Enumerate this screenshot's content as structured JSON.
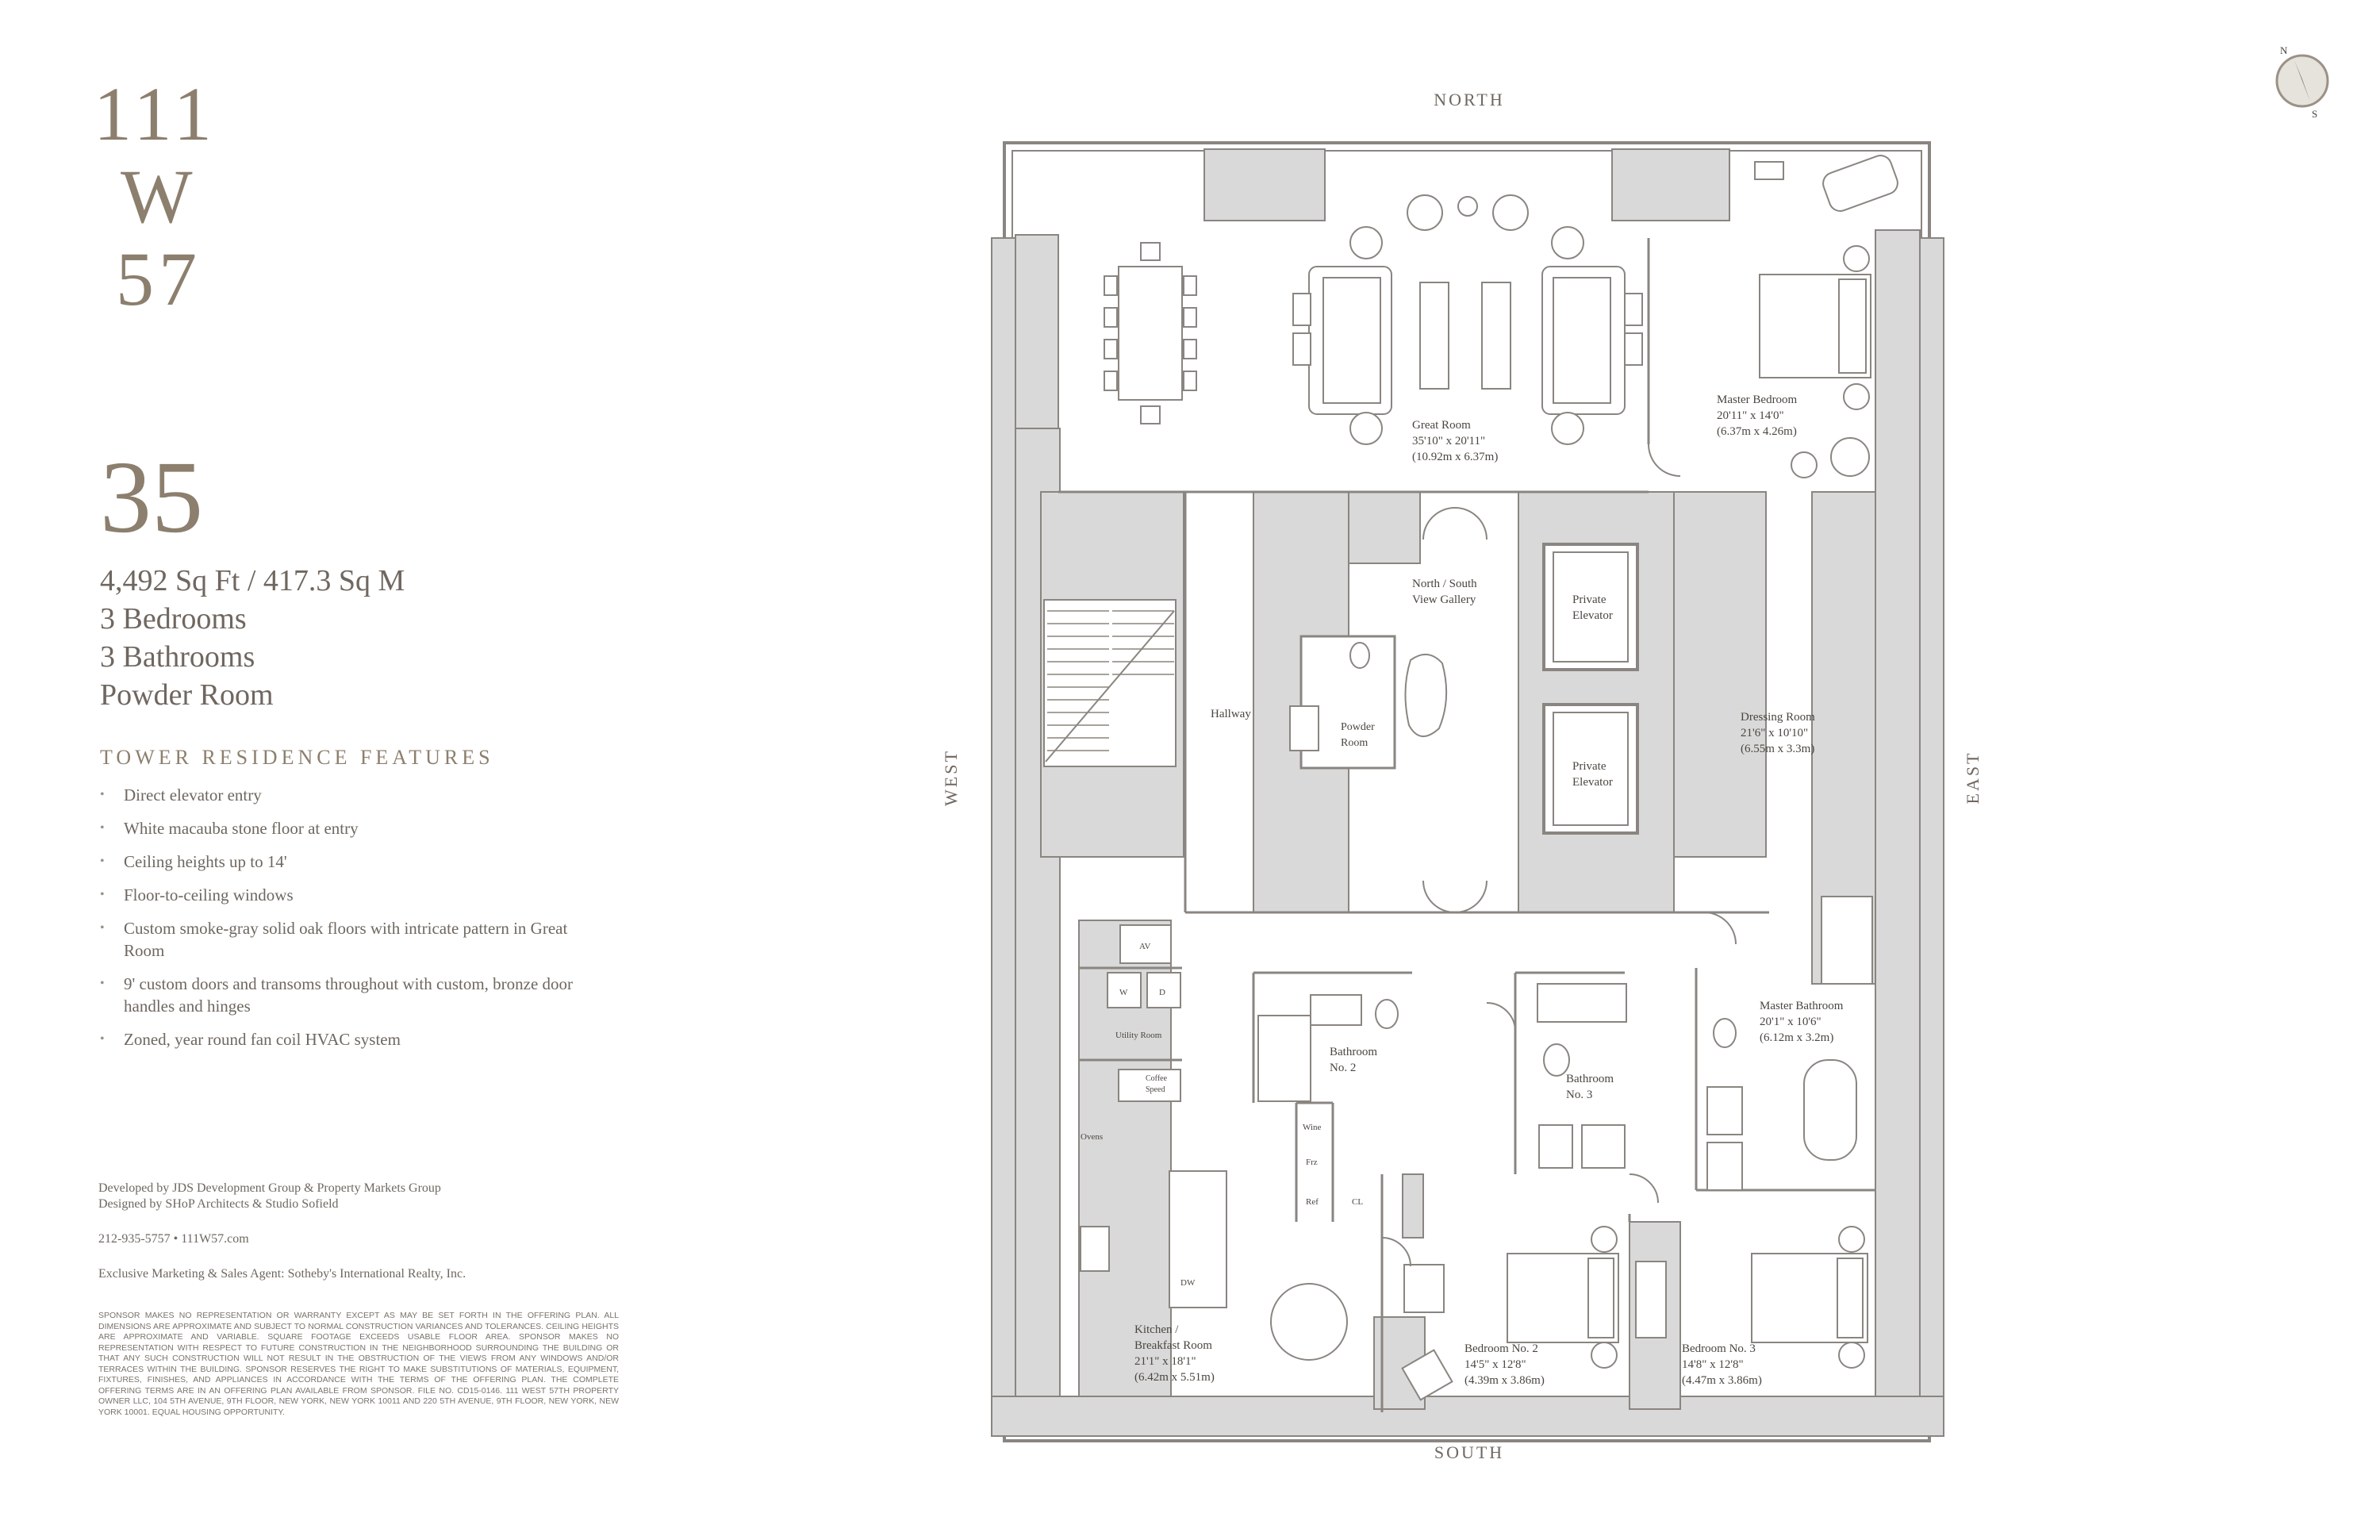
{
  "address": {
    "line1": "111",
    "line2": "W",
    "line3": "57"
  },
  "floor": "35",
  "specs": {
    "area": "4,492 Sq Ft / 417.3 Sq M",
    "bedrooms": "3 Bedrooms",
    "bathrooms": "3 Bathrooms",
    "powder": "Powder Room"
  },
  "features": {
    "title": "TOWER RESIDENCE FEATURES",
    "items": [
      "Direct elevator entry",
      "White macauba stone floor at entry",
      "Ceiling heights up to 14'",
      "Floor-to-ceiling windows",
      "Custom smoke-gray solid oak floors with intricate pattern in Great Room",
      "9' custom doors and transoms throughout with custom, bronze door handles and hinges",
      "Zoned, year round fan coil HVAC system"
    ]
  },
  "developer": {
    "line1": "Developed by JDS Development Group & Property Markets Group",
    "line2": "Designed by SHoP Architects & Studio Sofield",
    "contact": "212-935-5757  •  111W57.com",
    "agent": "Exclusive Marketing & Sales Agent: Sotheby's International Realty, Inc."
  },
  "disclaimer": "Sponsor makes no representation or warranty except as may be set forth in the offering plan. All dimensions are approximate and subject to normal construction variances and tolerances. Ceiling heights are approximate and variable. Square footage exceeds usable floor area. Sponsor makes no representation with respect to future construction in the neighborhood surrounding the building or that any such construction will not result in the obstruction of the views from any windows and/or terraces within the building. Sponsor reserves the right to make substitutions of materials, equipment, fixtures, finishes, and appliances in accordance with the terms of the offering plan. The complete offering terms are in an offering plan available from sponsor. File No. CD15-0146. 111 West 57th Property Owner LLC, 104 5th Avenue, 9th Floor, New York, New York 10011 and 220 5th Avenue, 9th Floor, New York, New York 10001. Equal Housing Opportunity.",
  "compass": {
    "n": "N",
    "s": "S"
  },
  "directions": {
    "north": "NORTH",
    "south": "SOUTH",
    "west": "WEST",
    "east": "EAST"
  },
  "rooms": {
    "great_room": {
      "name": "Great Room",
      "dims": "35'10\" x 20'11\"",
      "metric": "(10.92m x 6.37m)"
    },
    "master_bedroom": {
      "name": "Master Bedroom",
      "dims": "20'11\" x 14'0\"",
      "metric": "(6.37m x 4.26m)"
    },
    "gallery": {
      "name1": "North / South",
      "name2": "View Gallery"
    },
    "private_elevator_1": {
      "name1": "Private",
      "name2": "Elevator"
    },
    "private_elevator_2": {
      "name1": "Private",
      "name2": "Elevator"
    },
    "hallway": "Hallway",
    "powder_room": {
      "name1": "Powder",
      "name2": "Room"
    },
    "dressing_room": {
      "name": "Dressing Room",
      "dims": "21'6\" x 10'10\"",
      "metric": "(6.55m x 3.3m)"
    },
    "master_bathroom": {
      "name": "Master Bathroom",
      "dims": "20'1\" x 10'6\"",
      "metric": "(6.12m x 3.2m)"
    },
    "bathroom_2": {
      "name1": "Bathroom",
      "name2": "No. 2"
    },
    "bathroom_3": {
      "name1": "Bathroom",
      "name2": "No. 3"
    },
    "utility": {
      "name": "Utility Room",
      "w": "W",
      "d": "D",
      "av": "AV"
    },
    "coffee": {
      "name1": "Coffee",
      "name2": "Speed"
    },
    "ovens": "Ovens",
    "wine": "Wine",
    "frz": "Frz",
    "ref": "Ref",
    "cl": "CL",
    "dw": "DW",
    "kitchen": {
      "name1": "Kitchen /",
      "name2": "Breakfast Room",
      "dims": "21'1\" x 18'1\"",
      "metric": "(6.42m x 5.51m)"
    },
    "bedroom_2": {
      "name": "Bedroom No. 2",
      "dims": "14'5\" x 12'8\"",
      "metric": "(4.39m x 3.86m)"
    },
    "bedroom_3": {
      "name": "Bedroom No. 3",
      "dims": "14'8\" x 12'8\"",
      "metric": "(4.47m x 3.86m)"
    }
  },
  "colors": {
    "wall_fill": "#d9d9d9",
    "line": "#8a8580",
    "accent": "#8c7f6e",
    "background": "#ffffff"
  }
}
